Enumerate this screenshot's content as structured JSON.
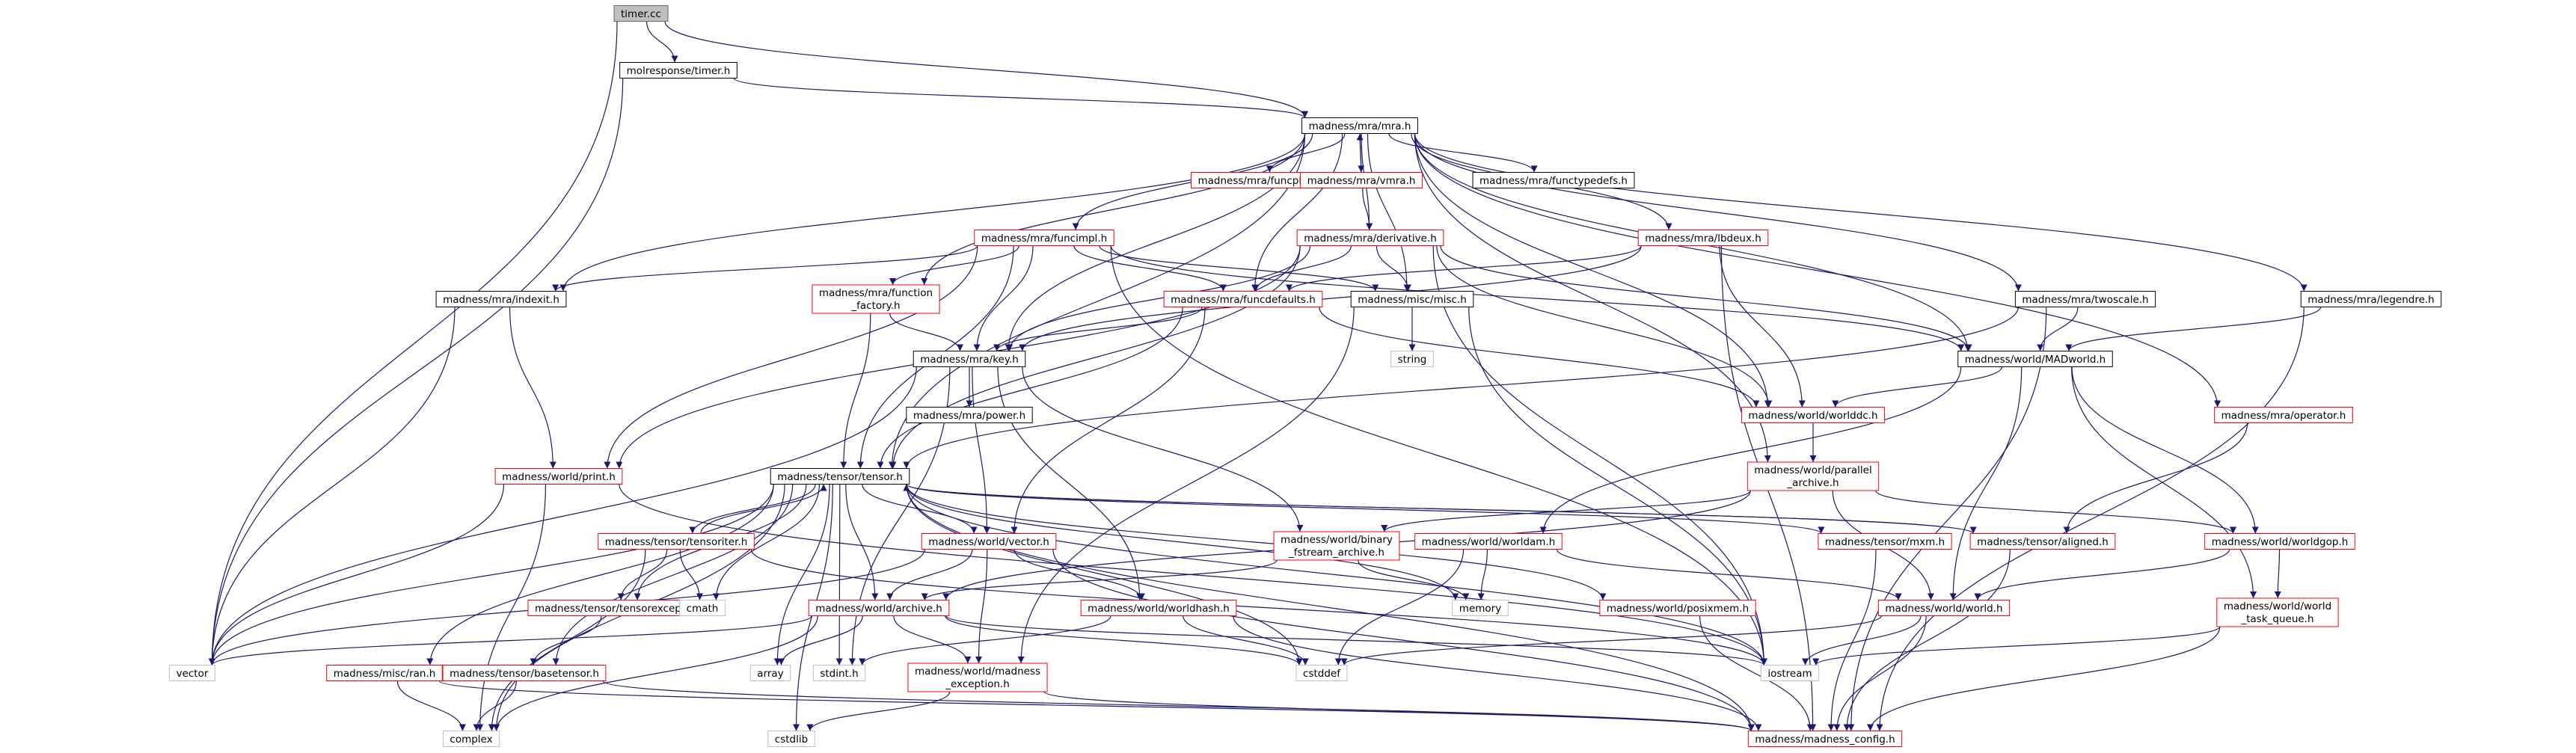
{
  "colors": {
    "edge": "#191970",
    "text": "#000000",
    "border_root": "#666666",
    "fill_root": "#bfbfbf",
    "border_documented": "#000000",
    "border_incomplete": "#ff0000",
    "border_plain": "#bfbfbf"
  },
  "nodes": {
    "timer_cc": {
      "lines": [
        "timer.cc"
      ],
      "kind": "root"
    },
    "molresponse_timer_h": {
      "lines": [
        "molresponse/timer.h"
      ],
      "kind": "documented"
    },
    "mra_h": {
      "lines": [
        "madness/mra/mra.h"
      ],
      "kind": "documented"
    },
    "funcplot_h": {
      "lines": [
        "madness/mra/funcplot.h"
      ],
      "kind": "incomplete"
    },
    "vmra_h": {
      "lines": [
        "madness/mra/vmra.h"
      ],
      "kind": "incomplete"
    },
    "functypedefs_h": {
      "lines": [
        "madness/mra/functypedefs.h"
      ],
      "kind": "documented"
    },
    "funcimpl_h": {
      "lines": [
        "madness/mra/funcimpl.h"
      ],
      "kind": "incomplete"
    },
    "derivative_h": {
      "lines": [
        "madness/mra/derivative.h"
      ],
      "kind": "incomplete"
    },
    "lbdeux_h": {
      "lines": [
        "madness/mra/lbdeux.h"
      ],
      "kind": "incomplete"
    },
    "indexit_h": {
      "lines": [
        "madness/mra/indexit.h"
      ],
      "kind": "documented"
    },
    "function_factory_h": {
      "lines": [
        "madness/mra/function",
        "_factory.h"
      ],
      "kind": "incomplete"
    },
    "funcdefaults_h": {
      "lines": [
        "madness/mra/funcdefaults.h"
      ],
      "kind": "incomplete"
    },
    "misc_h": {
      "lines": [
        "madness/misc/misc.h"
      ],
      "kind": "documented"
    },
    "twoscale_h": {
      "lines": [
        "madness/mra/twoscale.h"
      ],
      "kind": "documented"
    },
    "legendre_h": {
      "lines": [
        "madness/mra/legendre.h"
      ],
      "kind": "documented"
    },
    "string": {
      "lines": [
        "string"
      ],
      "kind": "plain"
    },
    "madworld_h": {
      "lines": [
        "madness/world/MADworld.h"
      ],
      "kind": "documented"
    },
    "key_h": {
      "lines": [
        "madness/mra/key.h"
      ],
      "kind": "documented"
    },
    "power_h": {
      "lines": [
        "madness/mra/power.h"
      ],
      "kind": "documented"
    },
    "worlddc_h": {
      "lines": [
        "madness/world/worlddc.h"
      ],
      "kind": "incomplete"
    },
    "operator_h": {
      "lines": [
        "madness/mra/operator.h"
      ],
      "kind": "incomplete"
    },
    "print_h": {
      "lines": [
        "madness/world/print.h"
      ],
      "kind": "incomplete"
    },
    "tensor_h": {
      "lines": [
        "madness/tensor/tensor.h"
      ],
      "kind": "documented"
    },
    "parallel_archive_h": {
      "lines": [
        "madness/world/parallel",
        "_archive.h"
      ],
      "kind": "incomplete"
    },
    "tensoriter_h": {
      "lines": [
        "madness/tensor/tensoriter.h"
      ],
      "kind": "incomplete"
    },
    "vector_h": {
      "lines": [
        "madness/world/vector.h"
      ],
      "kind": "incomplete"
    },
    "binary_fstream_h": {
      "lines": [
        "madness/world/binary",
        "_fstream_archive.h"
      ],
      "kind": "incomplete"
    },
    "worldam_h": {
      "lines": [
        "madness/world/worldam.h"
      ],
      "kind": "incomplete"
    },
    "mxm_h": {
      "lines": [
        "madness/tensor/mxm.h"
      ],
      "kind": "incomplete"
    },
    "aligned_h": {
      "lines": [
        "madness/tensor/aligned.h"
      ],
      "kind": "incomplete"
    },
    "worldgop_h": {
      "lines": [
        "madness/world/worldgop.h"
      ],
      "kind": "incomplete"
    },
    "tensorexcept_h": {
      "lines": [
        "madness/tensor/tensorexcept.h"
      ],
      "kind": "incomplete"
    },
    "cmath": {
      "lines": [
        "cmath"
      ],
      "kind": "plain"
    },
    "archive_h": {
      "lines": [
        "madness/world/archive.h"
      ],
      "kind": "incomplete"
    },
    "worldhash_h": {
      "lines": [
        "madness/world/worldhash.h"
      ],
      "kind": "incomplete"
    },
    "memory": {
      "lines": [
        "memory"
      ],
      "kind": "plain"
    },
    "posixmem_h": {
      "lines": [
        "madness/world/posixmem.h"
      ],
      "kind": "incomplete"
    },
    "world_h": {
      "lines": [
        "madness/world/world.h"
      ],
      "kind": "incomplete"
    },
    "world_task_queue_h": {
      "lines": [
        "madness/world/world",
        "_task_queue.h"
      ],
      "kind": "incomplete"
    },
    "vector": {
      "lines": [
        "vector"
      ],
      "kind": "plain"
    },
    "ran_h": {
      "lines": [
        "madness/misc/ran.h"
      ],
      "kind": "incomplete"
    },
    "basetensor_h": {
      "lines": [
        "madness/tensor/basetensor.h"
      ],
      "kind": "incomplete"
    },
    "array": {
      "lines": [
        "array"
      ],
      "kind": "plain"
    },
    "stdint_h": {
      "lines": [
        "stdint.h"
      ],
      "kind": "plain"
    },
    "madness_exception_h": {
      "lines": [
        "madness/world/madness",
        "_exception.h"
      ],
      "kind": "incomplete"
    },
    "cstddef": {
      "lines": [
        "cstddef"
      ],
      "kind": "plain"
    },
    "iostream": {
      "lines": [
        "iostream"
      ],
      "kind": "plain"
    },
    "complex": {
      "lines": [
        "complex"
      ],
      "kind": "plain"
    },
    "cstdlib": {
      "lines": [
        "cstdlib"
      ],
      "kind": "plain"
    },
    "madness_config_h": {
      "lines": [
        "madness/madness_config.h"
      ],
      "kind": "incomplete"
    }
  },
  "edges": [
    [
      "timer_cc",
      "molresponse_timer_h"
    ],
    [
      "timer_cc",
      "mra_h"
    ],
    [
      "timer_cc",
      "vector"
    ],
    [
      "molresponse_timer_h",
      "mra_h"
    ],
    [
      "molresponse_timer_h",
      "vector"
    ],
    [
      "mra_h",
      "funcplot_h"
    ],
    [
      "mra_h",
      "vmra_h"
    ],
    [
      "mra_h",
      "functypedefs_h"
    ],
    [
      "mra_h",
      "funcimpl_h"
    ],
    [
      "mra_h",
      "derivative_h"
    ],
    [
      "mra_h",
      "lbdeux_h"
    ],
    [
      "mra_h",
      "indexit_h"
    ],
    [
      "mra_h",
      "function_factory_h"
    ],
    [
      "mra_h",
      "funcdefaults_h"
    ],
    [
      "mra_h",
      "misc_h"
    ],
    [
      "mra_h",
      "twoscale_h"
    ],
    [
      "mra_h",
      "legendre_h"
    ],
    [
      "mra_h",
      "madworld_h"
    ],
    [
      "mra_h",
      "key_h"
    ],
    [
      "mra_h",
      "worlddc_h"
    ],
    [
      "mra_h",
      "operator_h"
    ],
    [
      "mra_h",
      "tensor_h"
    ],
    [
      "mra_h",
      "parallel_archive_h"
    ],
    [
      "vmra_h",
      "mra_h"
    ],
    [
      "vmra_h",
      "derivative_h"
    ],
    [
      "funcimpl_h",
      "indexit_h"
    ],
    [
      "funcimpl_h",
      "function_factory_h"
    ],
    [
      "funcimpl_h",
      "funcdefaults_h"
    ],
    [
      "funcimpl_h",
      "misc_h"
    ],
    [
      "funcimpl_h",
      "key_h"
    ],
    [
      "funcimpl_h",
      "madworld_h"
    ],
    [
      "funcimpl_h",
      "print_h"
    ],
    [
      "funcimpl_h",
      "tensor_h"
    ],
    [
      "funcimpl_h",
      "iostream"
    ],
    [
      "derivative_h",
      "funcdefaults_h"
    ],
    [
      "derivative_h",
      "misc_h"
    ],
    [
      "derivative_h",
      "key_h"
    ],
    [
      "derivative_h",
      "madworld_h"
    ],
    [
      "derivative_h",
      "worlddc_h"
    ],
    [
      "derivative_h",
      "tensor_h"
    ],
    [
      "derivative_h",
      "print_h"
    ],
    [
      "derivative_h",
      "iostream"
    ],
    [
      "lbdeux_h",
      "funcdefaults_h"
    ],
    [
      "lbdeux_h",
      "worlddc_h"
    ],
    [
      "lbdeux_h",
      "key_h"
    ],
    [
      "lbdeux_h",
      "madness_config_h"
    ],
    [
      "indexit_h",
      "vector"
    ],
    [
      "indexit_h",
      "print_h"
    ],
    [
      "function_factory_h",
      "key_h"
    ],
    [
      "function_factory_h",
      "tensor_h"
    ],
    [
      "funcdefaults_h",
      "key_h"
    ],
    [
      "funcdefaults_h",
      "tensor_h"
    ],
    [
      "funcdefaults_h",
      "worlddc_h"
    ],
    [
      "funcdefaults_h",
      "vector_h"
    ],
    [
      "misc_h",
      "string"
    ],
    [
      "misc_h",
      "madness_exception_h"
    ],
    [
      "misc_h",
      "iostream"
    ],
    [
      "twoscale_h",
      "madworld_h"
    ],
    [
      "twoscale_h",
      "tensor_h"
    ],
    [
      "twoscale_h",
      "madness_config_h"
    ],
    [
      "legendre_h",
      "madworld_h"
    ],
    [
      "legendre_h",
      "madness_config_h"
    ],
    [
      "madworld_h",
      "worlddc_h"
    ],
    [
      "madworld_h",
      "worldgop_h"
    ],
    [
      "madworld_h",
      "world_h"
    ],
    [
      "madworld_h",
      "worldam_h"
    ],
    [
      "madworld_h",
      "world_task_queue_h"
    ],
    [
      "key_h",
      "power_h"
    ],
    [
      "key_h",
      "vector_h"
    ],
    [
      "key_h",
      "worldhash_h"
    ],
    [
      "key_h",
      "binary_fstream_h"
    ],
    [
      "key_h",
      "vector"
    ],
    [
      "key_h",
      "stdint_h"
    ],
    [
      "worlddc_h",
      "parallel_archive_h"
    ],
    [
      "operator_h",
      "aligned_h"
    ],
    [
      "parallel_archive_h",
      "archive_h"
    ],
    [
      "parallel_archive_h",
      "worldgop_h"
    ],
    [
      "parallel_archive_h",
      "world_h"
    ],
    [
      "parallel_archive_h",
      "binary_fstream_h"
    ],
    [
      "print_h",
      "vector"
    ],
    [
      "print_h",
      "complex"
    ],
    [
      "print_h",
      "iostream"
    ],
    [
      "tensor_h",
      "tensoriter_h"
    ],
    [
      "tensor_h",
      "vector_h"
    ],
    [
      "tensor_h",
      "mxm_h"
    ],
    [
      "tensor_h",
      "aligned_h"
    ],
    [
      "tensor_h",
      "tensorexcept_h"
    ],
    [
      "tensor_h",
      "cmath"
    ],
    [
      "tensor_h",
      "archive_h"
    ],
    [
      "tensor_h",
      "posixmem_h"
    ],
    [
      "tensor_h",
      "memory"
    ],
    [
      "tensor_h",
      "ran_h"
    ],
    [
      "tensor_h",
      "basetensor_h"
    ],
    [
      "tensor_h",
      "array"
    ],
    [
      "tensor_h",
      "stdint_h"
    ],
    [
      "tensor_h",
      "cstddef"
    ],
    [
      "tensor_h",
      "iostream"
    ],
    [
      "tensor_h",
      "complex"
    ],
    [
      "tensor_h",
      "cstdlib"
    ],
    [
      "tensor_h",
      "vector"
    ],
    [
      "tensor_h",
      "madness_config_h"
    ],
    [
      "tensoriter_h",
      "tensor_h"
    ],
    [
      "tensoriter_h",
      "tensorexcept_h"
    ],
    [
      "tensoriter_h",
      "cmath"
    ],
    [
      "tensoriter_h",
      "complex"
    ],
    [
      "tensoriter_h",
      "iostream"
    ],
    [
      "vector_h",
      "archive_h"
    ],
    [
      "vector_h",
      "worldhash_h"
    ],
    [
      "vector_h",
      "madness_exception_h"
    ],
    [
      "vector_h",
      "vector"
    ],
    [
      "vector_h",
      "madness_config_h"
    ],
    [
      "binary_fstream_h",
      "archive_h"
    ],
    [
      "binary_fstream_h",
      "memory"
    ],
    [
      "worldam_h",
      "world_h"
    ],
    [
      "worldam_h",
      "memory"
    ],
    [
      "worldam_h",
      "cstddef"
    ],
    [
      "mxm_h",
      "madness_config_h"
    ],
    [
      "aligned_h",
      "tensor_h"
    ],
    [
      "aligned_h",
      "madness_config_h"
    ],
    [
      "worldgop_h",
      "world_task_queue_h"
    ],
    [
      "worldgop_h",
      "world_h"
    ],
    [
      "tensorexcept_h",
      "basetensor_h"
    ],
    [
      "archive_h",
      "madness_exception_h"
    ],
    [
      "archive_h",
      "vector"
    ],
    [
      "archive_h",
      "array"
    ],
    [
      "archive_h",
      "iostream"
    ],
    [
      "archive_h",
      "cstddef"
    ],
    [
      "archive_h",
      "complex"
    ],
    [
      "worldhash_h",
      "stdint_h"
    ],
    [
      "worldhash_h",
      "cstddef"
    ],
    [
      "worldhash_h",
      "madness_config_h"
    ],
    [
      "posixmem_h",
      "madness_config_h"
    ],
    [
      "world_h",
      "iostream"
    ],
    [
      "world_h",
      "cstddef"
    ],
    [
      "world_h",
      "madness_config_h"
    ],
    [
      "world_task_queue_h",
      "iostream"
    ],
    [
      "world_task_queue_h",
      "madness_config_h"
    ],
    [
      "ran_h",
      "complex"
    ],
    [
      "ran_h",
      "madness_config_h"
    ],
    [
      "basetensor_h",
      "complex"
    ],
    [
      "basetensor_h",
      "madness_config_h"
    ],
    [
      "madness_exception_h",
      "madness_config_h"
    ],
    [
      "madness_exception_h",
      "cstdlib"
    ]
  ]
}
